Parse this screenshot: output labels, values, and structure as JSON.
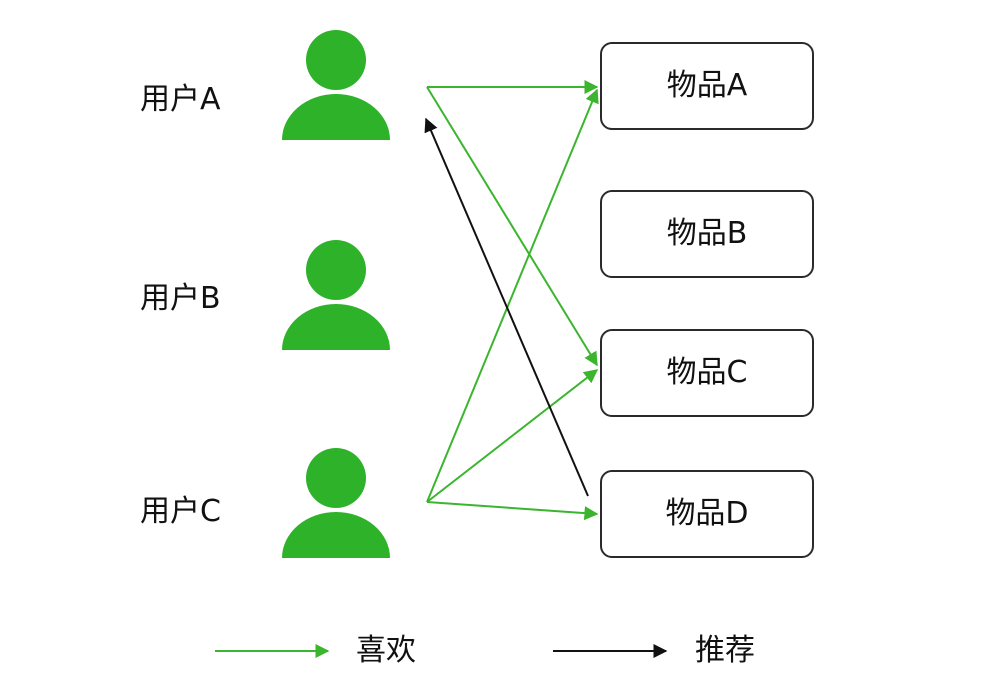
{
  "users": [
    {
      "label": "用户A"
    },
    {
      "label": "用户B"
    },
    {
      "label": "用户C"
    }
  ],
  "items": [
    {
      "label": "物品A"
    },
    {
      "label": "物品B"
    },
    {
      "label": "物品C"
    },
    {
      "label": "物品D"
    }
  ],
  "edges": [
    {
      "from": "用户A",
      "to": "物品A",
      "type": "like"
    },
    {
      "from": "用户A",
      "to": "物品C",
      "type": "like"
    },
    {
      "from": "用户C",
      "to": "物品A",
      "type": "like"
    },
    {
      "from": "用户C",
      "to": "物品C",
      "type": "like"
    },
    {
      "from": "用户C",
      "to": "物品D",
      "type": "like"
    },
    {
      "from": "物品D",
      "to": "用户A",
      "type": "recommend"
    }
  ],
  "legend": {
    "like_label": "喜欢",
    "recommend_label": "推荐"
  },
  "colors": {
    "like": "#3cb52e",
    "recommend": "#111111",
    "user_icon": "#2db22a"
  },
  "icons": {
    "user": "user-icon"
  }
}
